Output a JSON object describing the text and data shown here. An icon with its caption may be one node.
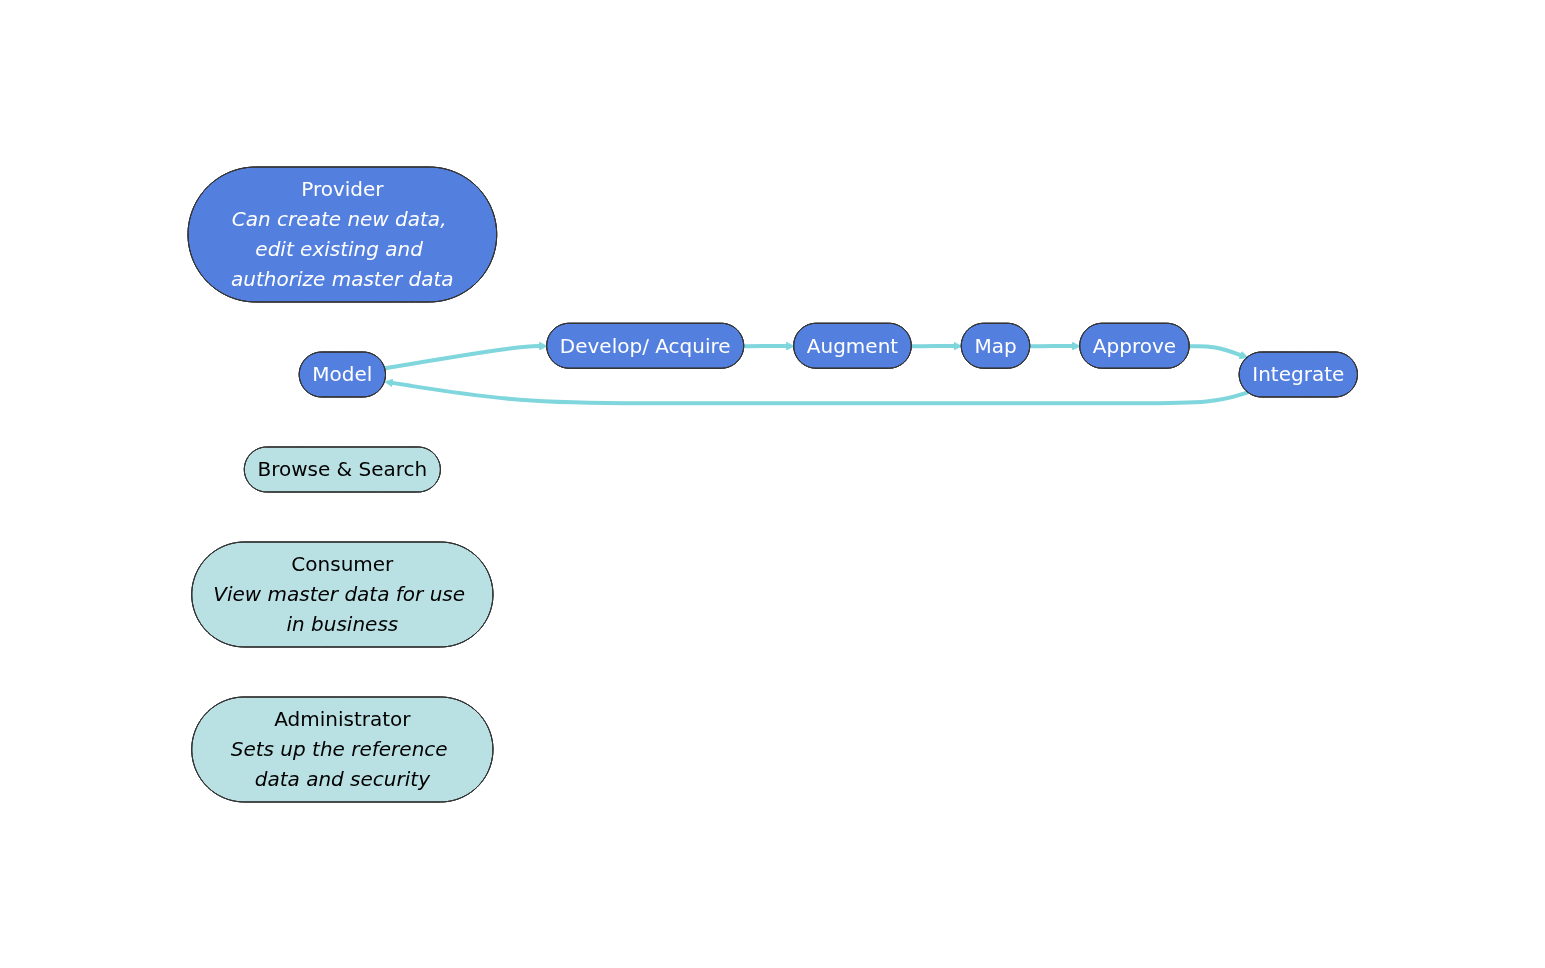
{
  "diagram": {
    "nodes": [
      {
        "text": [
          "Provider",
          "Can create new data, edit existing and authorize master data"
        ]
      },
      {
        "text": [
          "Model"
        ]
      },
      {
        "text": [
          "Integrate"
        ]
      },
      {
        "text": [
          "Develop/ Acquire"
        ]
      },
      {
        "text": [
          "Browse & Search"
        ]
      },
      {
        "text": [
          "Approve"
        ]
      },
      {
        "text": [
          "Augment"
        ]
      },
      {
        "text": [
          "Consumer",
          "View master data for use in business"
        ]
      },
      {
        "text": [
          "Map"
        ]
      },
      {
        "text": [
          "Administrator",
          "Sets up the reference data and security"
        ]
      }
    ],
    "edges": [
      {
        "from": 1,
        "to": 3,
        "arrow": "to"
      },
      {
        "from": 3,
        "to": 6,
        "arrow": "to"
      },
      {
        "from": 6,
        "to": 8,
        "arrow": "to"
      },
      {
        "from": 8,
        "to": 5,
        "arrow": "to"
      },
      {
        "from": 5,
        "to": 2,
        "arrow": "to"
      },
      {
        "from": 2,
        "to": 1,
        "arrow": "to"
      }
    ]
  }
}
